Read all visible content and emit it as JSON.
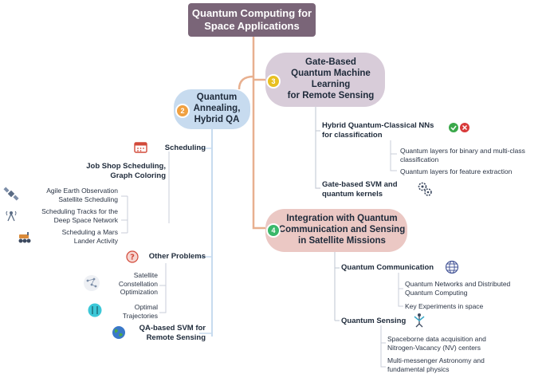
{
  "root": {
    "title": "Quantum Computing for\nSpace Applications"
  },
  "branch2": {
    "number": "2",
    "title": "Quantum\nAnnealing,\nHybrid QA",
    "scheduling": {
      "label": "Scheduling",
      "group": "Job Shop Scheduling,\nGraph Coloring",
      "items": [
        "Agile Earth Observation\nSatellite Scheduling",
        "Scheduling Tracks for the\nDeep Space Network",
        "Scheduling a Mars\nLander Activity"
      ]
    },
    "other": {
      "label": "Other Problems",
      "items": [
        "Satellite\nConstellation\nOptimization",
        "Optimal\nTrajectories"
      ]
    },
    "svm": "QA-based SVM for\nRemote Sensing"
  },
  "branch3": {
    "number": "3",
    "title": "Gate-Based\nQuantum Machine\nLearning\nfor Remote Sensing",
    "hybrid": {
      "label": "Hybrid Quantum-Classical NNs\nfor classification",
      "items": [
        "Quantum layers for binary and multi-class\nclassification",
        "Quantum layers for feature extraction"
      ]
    },
    "svm": "Gate-based SVM and\nquantum kernels"
  },
  "branch4": {
    "number": "4",
    "title": "Integration with Quantum\nCommunication and Sensing\nin Satellite Missions",
    "communication": {
      "label": "Quantum Communication",
      "items": [
        "Quantum Networks and Distributed\nQuantum Computing",
        "Key Experiments in space"
      ]
    },
    "sensing": {
      "label": "Quantum Sensing",
      "items": [
        "Spaceborne data acquisition and\nNitrogen-Vacancy (NV) centers",
        "Multi-messenger Astronomy and\nfundamental physics"
      ]
    }
  },
  "colors": {
    "root": "#7a6578",
    "branch2": "#c7dbef",
    "branch3": "#d8ccd9",
    "branch4": "#ebc8c4",
    "line": "#e8b08f",
    "thin_line": "#c9ced8"
  },
  "icons": [
    "calendar-icon",
    "satellite-icon",
    "antenna-icon",
    "mars-rover-icon",
    "question-icon",
    "constellation-icon",
    "trajectory-icon",
    "globe-icon",
    "check-cross-icon",
    "gears-icon",
    "network-globe-icon",
    "sensor-icon"
  ]
}
